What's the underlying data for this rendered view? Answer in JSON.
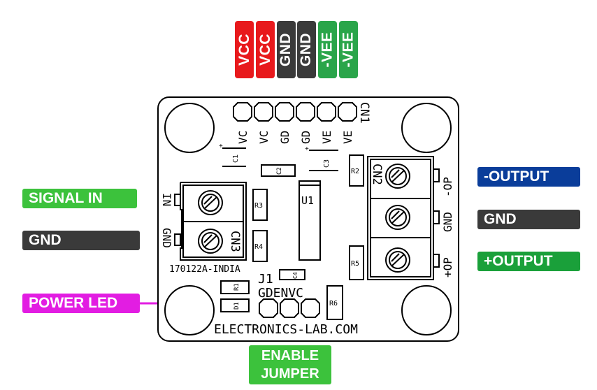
{
  "colors": {
    "vcc": "#e8191c",
    "gnd": "#3a3a3a",
    "vee": "#2aa54a",
    "signal": "#3cc23c",
    "power_led": "#e21de2",
    "neg_output": "#0a3d9a",
    "pos_output": "#1aa03a",
    "enable": "#3cc23c"
  },
  "power_pins": [
    "VCC",
    "VCC",
    "GND",
    "GND",
    "-VEE",
    "-VEE"
  ],
  "left_labels": {
    "signal_in": "SIGNAL IN",
    "gnd": "GND",
    "power_led": "POWER LED"
  },
  "right_labels": {
    "neg_output": "-OUTPUT",
    "gnd": "GND",
    "pos_output": "+OUTPUT"
  },
  "enable_jumper": [
    "ENABLE",
    "JUMPER"
  ],
  "board": {
    "cn1": "CN1",
    "cn1_pins": [
      "VC",
      "VC",
      "GD",
      "GD",
      "VE",
      "VE"
    ],
    "cn2": "CN2",
    "cn2_pins": [
      "-OP",
      "GND",
      "+OP"
    ],
    "cn3": "CN3",
    "cn3_pins": [
      "IN",
      "GND"
    ],
    "u1": "U1",
    "j1": "J1",
    "j1_pins": "GDENVC",
    "board_id": "170122A-INDIA",
    "website": "ELECTRONICS-LAB.COM",
    "components": [
      "C1",
      "C2",
      "C3",
      "C4",
      "R1",
      "R2",
      "R3",
      "R4",
      "R5",
      "R6",
      "D1"
    ]
  }
}
